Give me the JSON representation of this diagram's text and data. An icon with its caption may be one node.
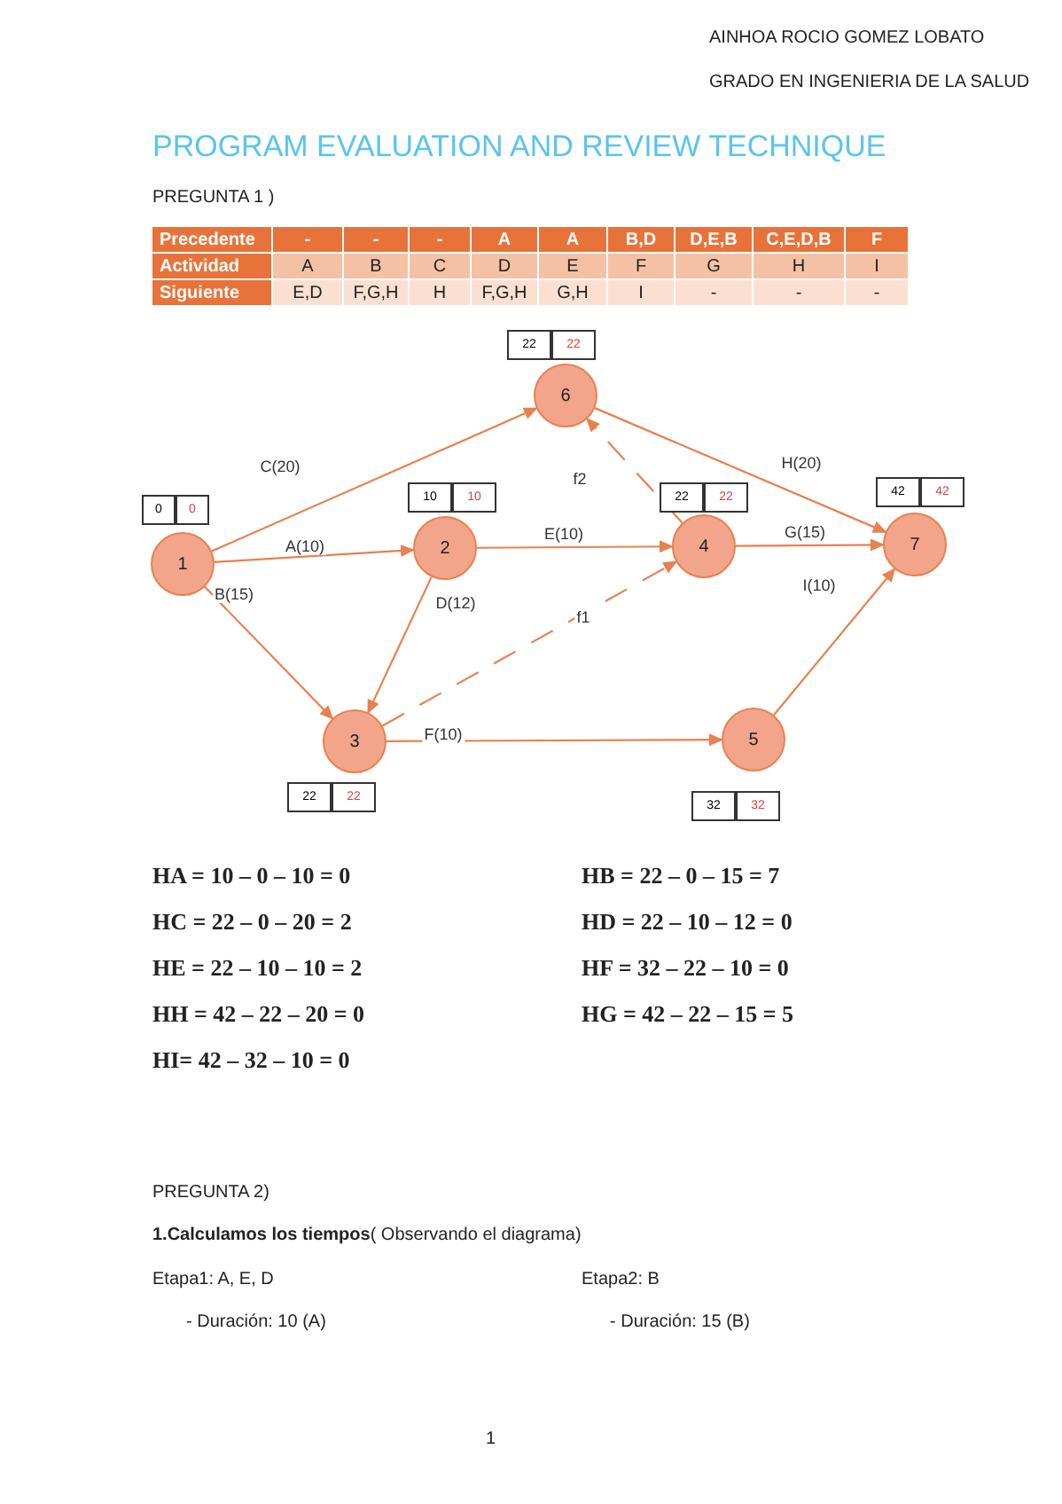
{
  "diagram": {
    "title": "PROGRAM EVALUATION AND REVIEW TECHNIQUE",
    "nodes": [
      {
        "text": [
          "1"
        ],
        "beside": [
          "0",
          "0"
        ]
      },
      {
        "text": [
          "2"
        ],
        "beside": [
          "10",
          "10"
        ]
      },
      {
        "text": [
          "3"
        ],
        "beside": [
          "22",
          "22"
        ]
      },
      {
        "text": [
          "4"
        ],
        "beside": [
          "22",
          "22"
        ]
      },
      {
        "text": [
          "5"
        ],
        "beside": [
          "32",
          "32"
        ]
      },
      {
        "text": [
          "6"
        ],
        "beside": [
          "22",
          "22"
        ]
      },
      {
        "text": [
          "7"
        ],
        "beside": [
          "42",
          "42"
        ]
      }
    ],
    "edges": [
      {
        "from": 0,
        "to": 5,
        "arrow": "to",
        "label": "C(20)"
      },
      {
        "from": 0,
        "to": 1,
        "arrow": "to",
        "label": "A(10)"
      },
      {
        "from": 0,
        "to": 2,
        "arrow": "to",
        "label": "B(15)"
      },
      {
        "from": 1,
        "to": 3,
        "arrow": "to",
        "label": "E(10)"
      },
      {
        "from": 1,
        "to": 2,
        "arrow": "to",
        "label": "D(12)"
      },
      {
        "from": 2,
        "to": 3,
        "arrow": "to",
        "label": "f1",
        "style": "dashed"
      },
      {
        "from": 3,
        "to": 5,
        "arrow": "to",
        "label": "f2",
        "style": "dashed"
      },
      {
        "from": 2,
        "to": 4,
        "arrow": "to",
        "label": "F(10)"
      },
      {
        "from": 5,
        "to": 6,
        "arrow": "to",
        "label": "H(20)"
      },
      {
        "from": 3,
        "to": 6,
        "arrow": "to",
        "label": "G(15)"
      },
      {
        "from": 4,
        "to": 6,
        "arrow": "to",
        "label": "I(10)"
      }
    ],
    "labels": [
      "AINHOA ROCIO GOMEZ LOBATO",
      "GRADO EN INGENIERIA DE LA SALUD",
      "PREGUNTA 1 )",
      "Precedente",
      "-",
      "-",
      "-",
      "A",
      "A",
      "B,D",
      "D,E,B",
      "C,E,D,B",
      "F",
      "Actividad",
      "A",
      "B",
      "C",
      "D",
      "E",
      "F",
      "G",
      "H",
      "I",
      "Siguiente",
      "E,D",
      "F,G,H",
      "H",
      "F,G,H",
      "G,H",
      "I",
      "-",
      "-",
      "-",
      "HA = 10 – 0 – 10 = 0",
      "HB = 22 – 0 – 15 = 7",
      "HC = 22 – 0 – 20 = 2",
      "HD = 22 – 10 – 12 = 0",
      "HE = 22 – 10 – 10 = 2",
      "HF = 32 – 22 – 10 = 0",
      "HH = 42 – 22 – 20 = 0",
      "HG = 42 – 22 – 15 = 5",
      "HI= 42 – 32 – 10 = 0",
      "PREGUNTA 2)",
      "**1.Calculamos los tiempos**( Observando el diagrama)",
      "Etapa1: A, E, D",
      "Etapa2: B",
      "- Duración: 10 (A)",
      "- Duración: 15 (B)",
      "1"
    ]
  }
}
